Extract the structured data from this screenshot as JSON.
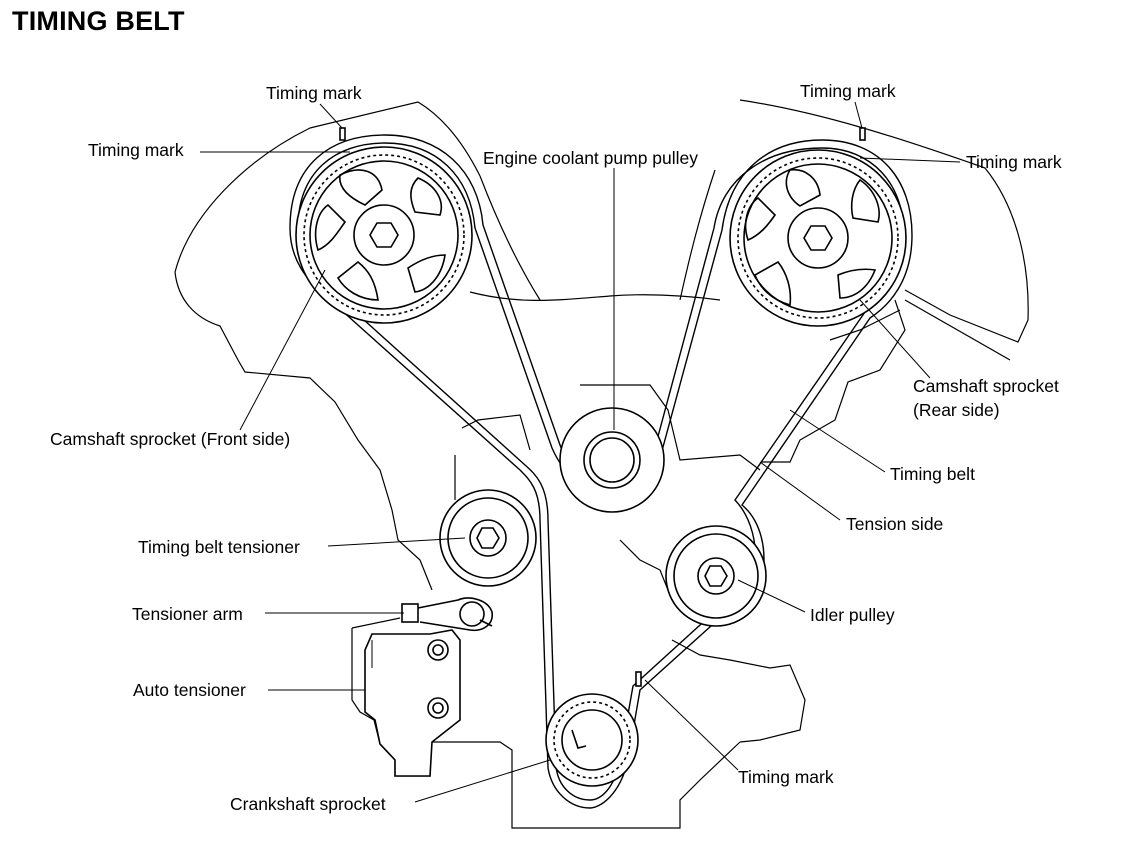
{
  "title": "TIMING BELT",
  "labels": {
    "timing_mark_top_left": "Timing mark",
    "timing_mark_left": "Timing mark",
    "coolant_pump_pulley": "Engine coolant pump pulley",
    "timing_mark_top_right": "Timing mark",
    "timing_mark_right": "Timing mark",
    "camshaft_front": "Camshaft sprocket (Front side)",
    "camshaft_rear_line1": "Camshaft  sprocket",
    "camshaft_rear_line2": "(Rear side)",
    "timing_belt": "Timing belt",
    "tension_side": "Tension side",
    "belt_tensioner": "Timing belt tensioner",
    "idler_pulley": "Idler pulley",
    "tensioner_arm": "Tensioner arm",
    "auto_tensioner": "Auto tensioner",
    "timing_mark_bottom": "Timing mark",
    "crankshaft_sprocket": "Crankshaft sprocket"
  }
}
